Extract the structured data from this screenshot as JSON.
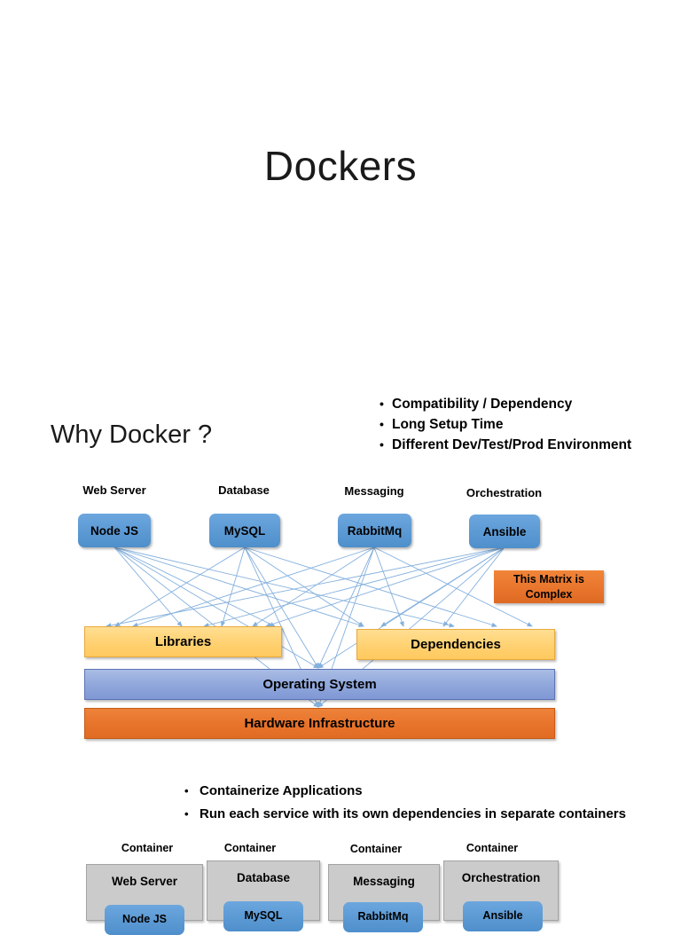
{
  "slide": {
    "title": "Dockers",
    "why_heading": "Why Docker ?"
  },
  "problems": {
    "bullet_char": "•",
    "items": [
      "Compatibility / Dependency",
      "Long Setup Time",
      "Different Dev/Test/Prod Environment"
    ]
  },
  "matrix": {
    "stack_labels": [
      "Web Server",
      "Database",
      "Messaging",
      "Orchestration"
    ],
    "services": [
      "Node JS",
      "MySQL",
      "RabbitMq",
      "Ansible"
    ],
    "note": "This Matrix is Complex",
    "note_line1": "This Matrix is",
    "note_line2": "Complex",
    "layers": [
      {
        "label": "Libraries"
      },
      {
        "label": "Dependencies"
      },
      {
        "label": "Operating System"
      },
      {
        "label": "Hardware Infrastructure"
      }
    ],
    "colors": {
      "service_blue": "#5B9BD5",
      "libraries_yellow": "#FFD171",
      "os_blue": "#8FA6DB",
      "hardware_orange": "#E8732B",
      "connector_line": "#84B0DD",
      "note_orange": "#E8742C"
    }
  },
  "solution": {
    "bullet_char": "•",
    "items": [
      "Containerize Applications",
      "Run each service with its own dependencies in separate containers"
    ]
  },
  "containers": {
    "caption": "Container",
    "items": [
      {
        "caption": "Container",
        "title": "Web Server",
        "service": "Node JS"
      },
      {
        "caption": "Container",
        "title": "Database",
        "service": "MySQL"
      },
      {
        "caption": "Container",
        "title": "Messaging",
        "service": "RabbitMq"
      },
      {
        "caption": "Container",
        "title": "Orchestration",
        "service": "Ansible"
      }
    ],
    "colors": {
      "box_gray": "#CBCBCB",
      "service_blue": "#5B9BD5"
    }
  }
}
